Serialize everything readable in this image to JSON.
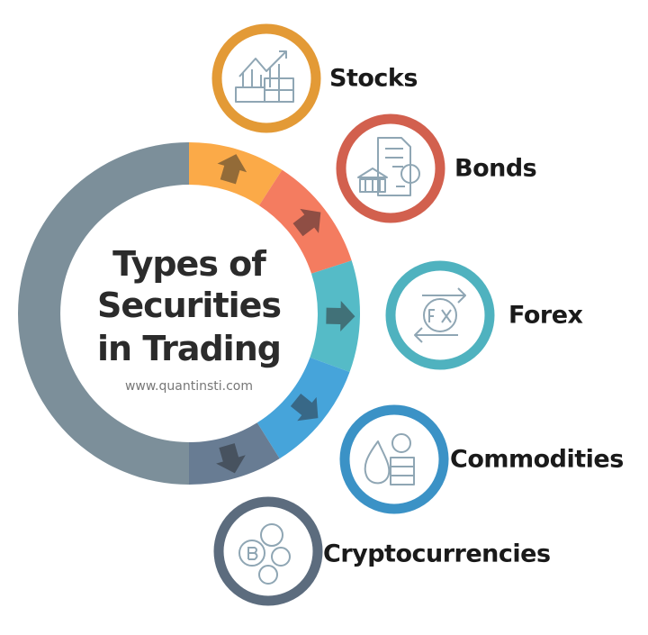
{
  "title_lines": [
    "Types of",
    "Securities",
    "in Trading"
  ],
  "website": "www.quantinsti.com",
  "ring": {
    "base_color": "#7C8F9A"
  },
  "items": [
    {
      "label": "Stocks",
      "icon": "stocks-chart-icon",
      "segment_color": "#FBAA48",
      "arrow_color": "#936B38",
      "ring_color": "#E39A36"
    },
    {
      "label": "Bonds",
      "icon": "bond-document-bank-icon",
      "segment_color": "#F47C60",
      "arrow_color": "#8F4E44",
      "ring_color": "#D2604E"
    },
    {
      "label": "Forex",
      "icon": "fx-exchange-icon",
      "segment_color": "#55BBC7",
      "arrow_color": "#417178",
      "ring_color": "#4FB2BF"
    },
    {
      "label": "Commodities",
      "icon": "oil-coins-icon",
      "segment_color": "#46A4DA",
      "arrow_color": "#386887",
      "ring_color": "#3B92C6"
    },
    {
      "label": "Cryptocurrencies",
      "icon": "crypto-coins-icon",
      "segment_color": "#687C93",
      "arrow_color": "#47525F",
      "ring_color": "#5C6C7E"
    }
  ]
}
